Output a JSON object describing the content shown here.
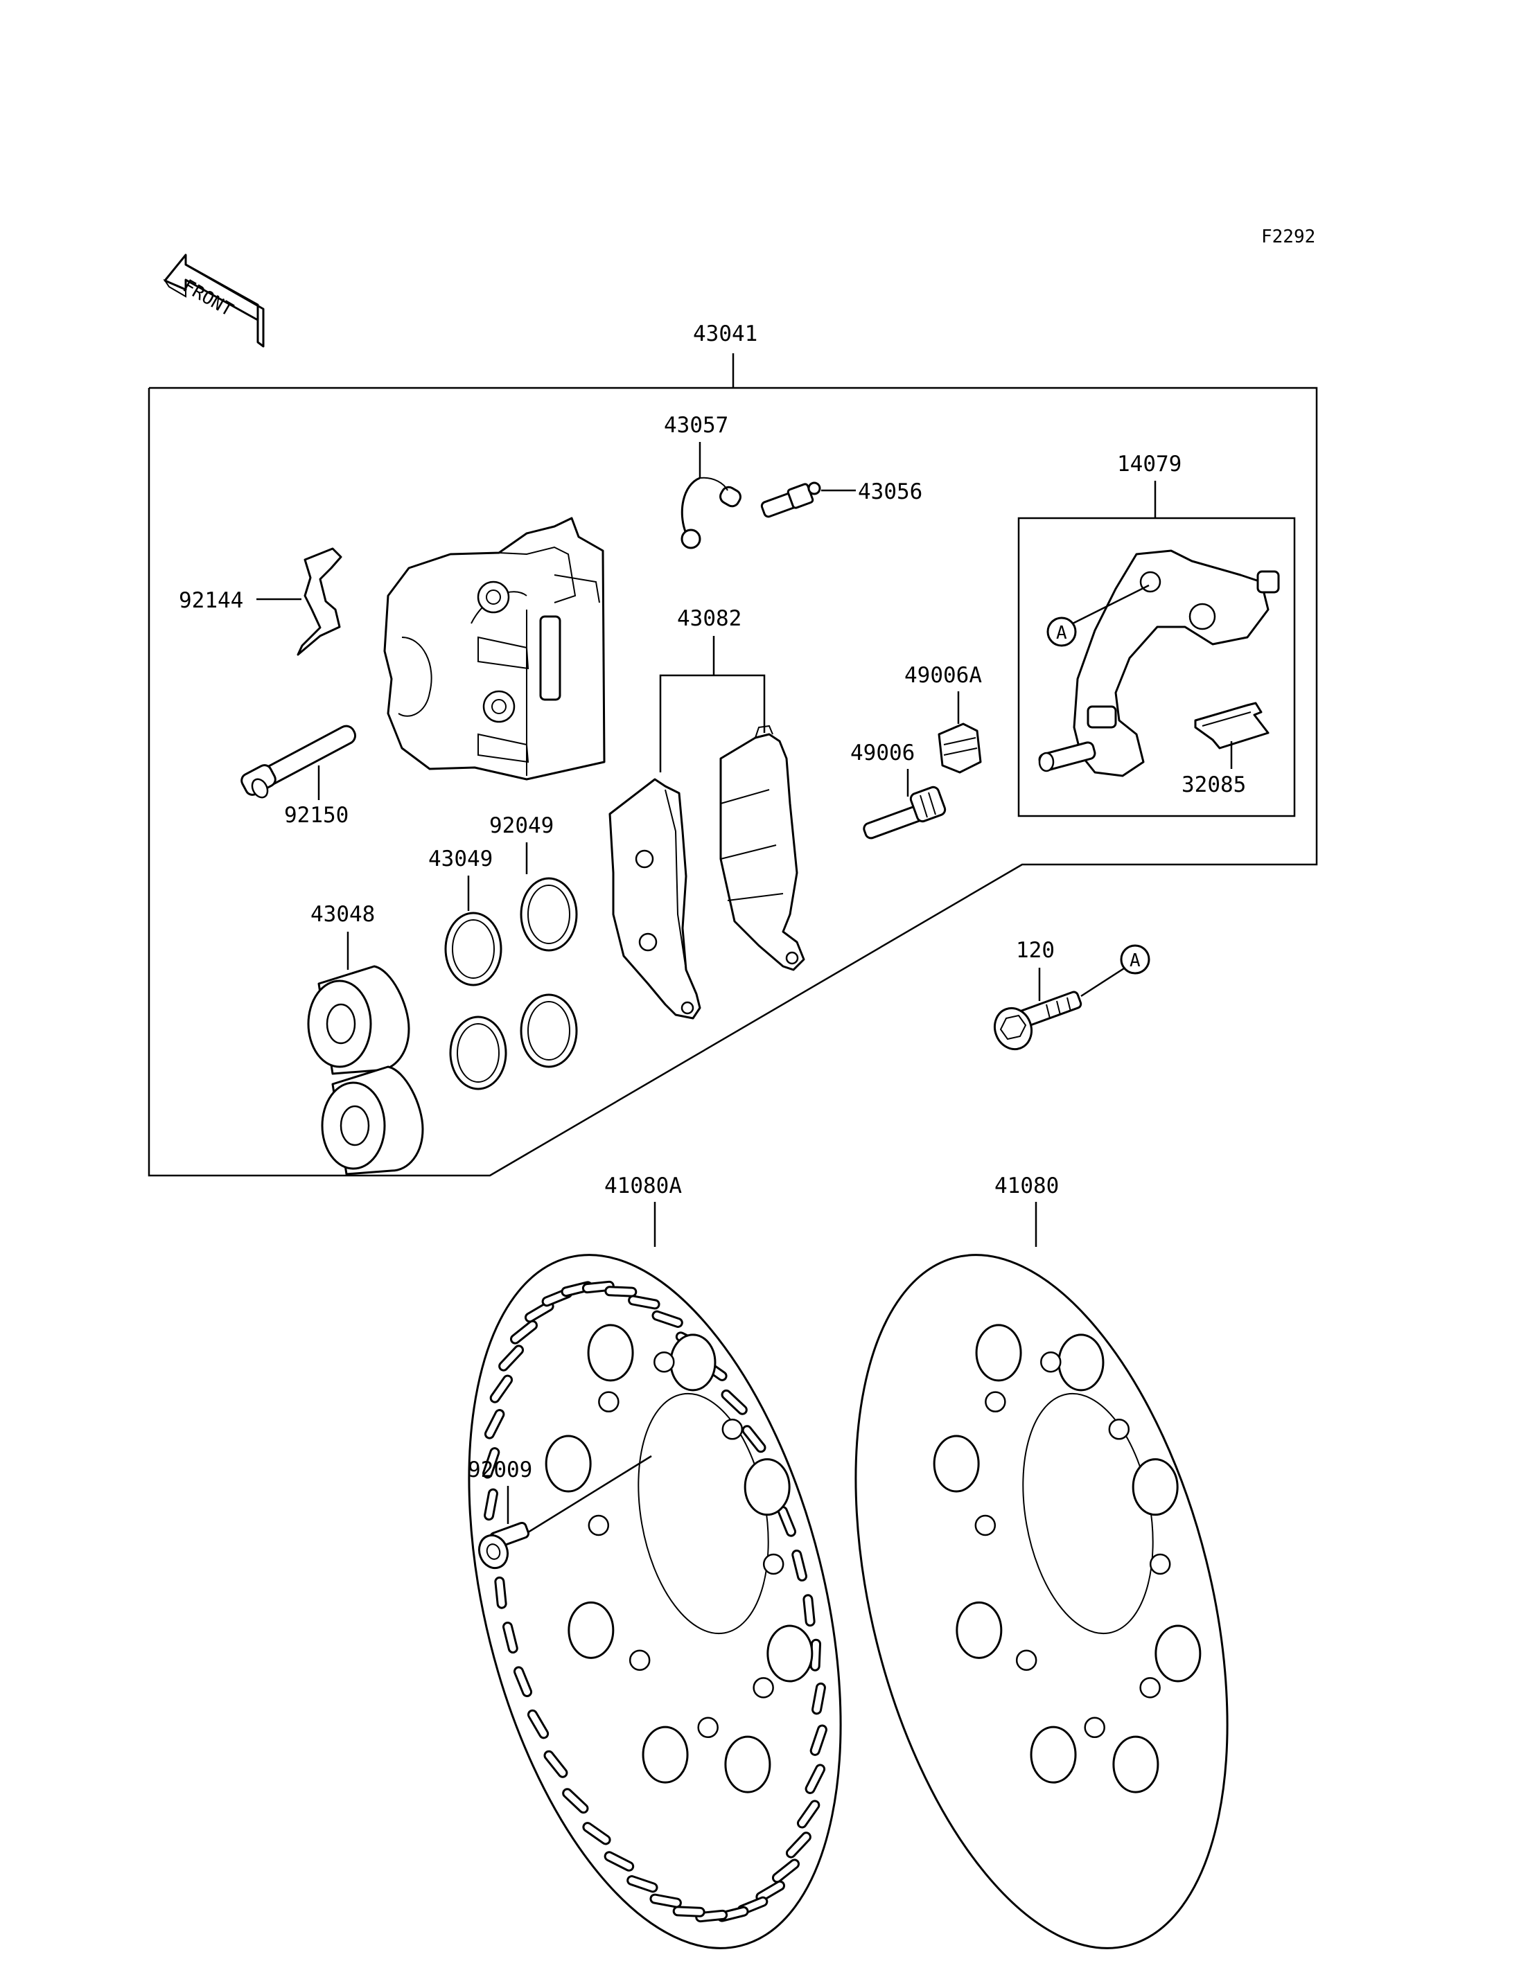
{
  "figure_code": "F2292",
  "front_arrow_label": "FRONT",
  "ref_marker": "A",
  "parts": {
    "caliper_assy": "43041",
    "bleeder_cap": "43057",
    "bleeder_valve": "43056",
    "holder": "14079",
    "spring": "92144",
    "pad_set": "43082",
    "boot_a": "49006A",
    "pin": "49006",
    "bracket_spring": "32085",
    "caliper_pin": "92150",
    "seal_dust": "92049",
    "seal_piston": "43049",
    "piston": "43048",
    "bolt": "120",
    "disc_a": "41080A",
    "disc": "41080",
    "disc_bolt": "92009"
  }
}
